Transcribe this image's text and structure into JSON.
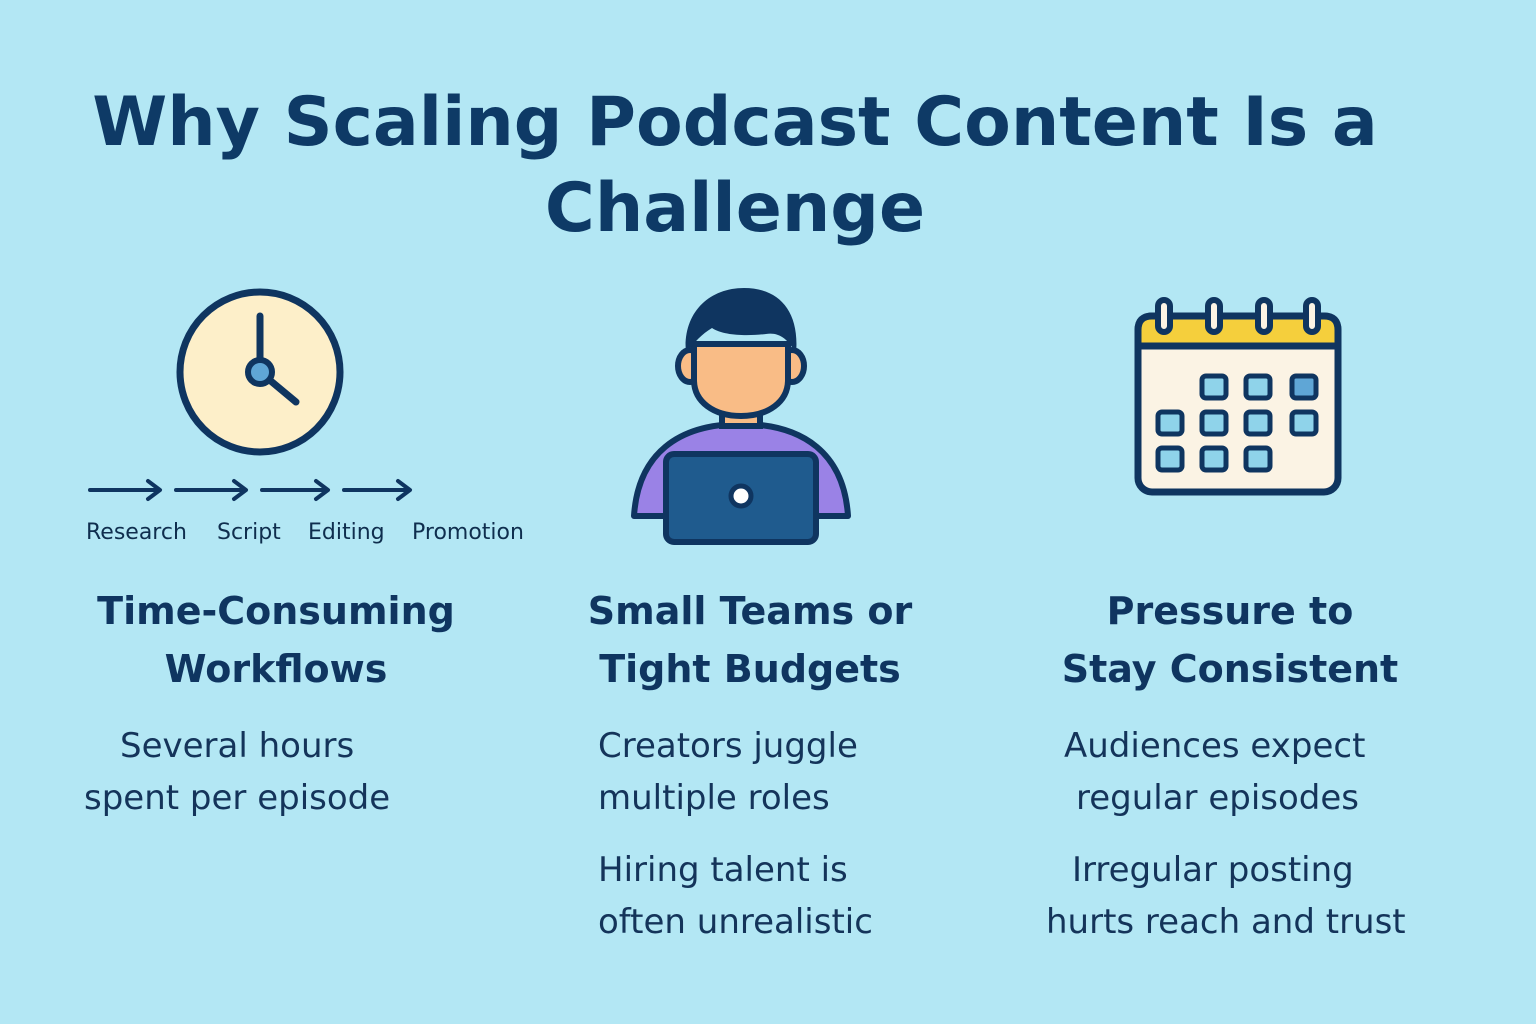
{
  "title": {
    "line1": "Why Scaling Podcast Content Is a",
    "line2": "Challenge"
  },
  "colors": {
    "background": "#b3e7f4",
    "navy": "#0f3560",
    "clock_face": "#fdefc9",
    "skin": "#f9bc86",
    "shirt": "#9a82e6",
    "laptop": "#1f5b8e",
    "calendar_header": "#f5cf3c",
    "calendar_body": "#fbf3e4",
    "calendar_cell": "#8fd3ea"
  },
  "workflow": {
    "icon": "clock-icon",
    "steps": [
      "Research",
      "Script",
      "Editing",
      "Promotion"
    ],
    "heading": {
      "line1": "Time-Consuming",
      "line2": "Workflows"
    },
    "text": {
      "line1": "Several hours",
      "line2": "spent per episode"
    }
  },
  "teams": {
    "icon": "person-laptop-icon",
    "heading": {
      "line1": "Small Teams or",
      "line2": "Tight Budgets"
    },
    "text1": {
      "line1": "Creators juggle",
      "line2": "multiple roles"
    },
    "text2": {
      "line1": "Hiring talent is",
      "line2": "often unrealistic"
    }
  },
  "consistency": {
    "icon": "calendar-icon",
    "heading": {
      "line1": "Pressure to",
      "line2": "Stay Consistent"
    },
    "text1": {
      "line1": "Audiences expect",
      "line2": "regular episodes"
    },
    "text2": {
      "line1": "Irregular posting",
      "line2": "hurts reach and trust"
    }
  }
}
